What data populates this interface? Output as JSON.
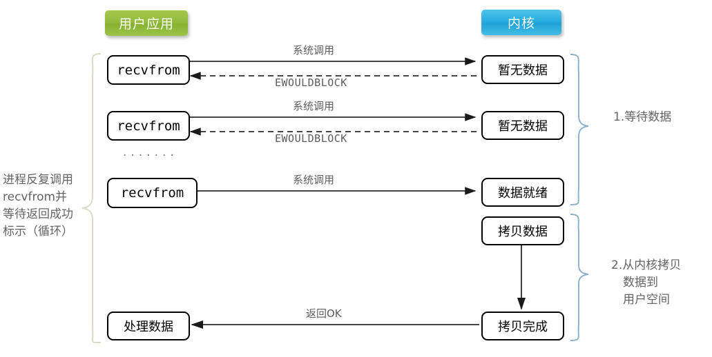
{
  "header": {
    "user_app": "用户应用",
    "kernel": "内核",
    "user_app_color": "#93bc3c",
    "kernel_color": "#29ace0"
  },
  "left_note": "进程反复调用\nrecvfrom并\n等待返回成功\n标示（循环）",
  "dots": "·······",
  "nodes": {
    "recvfrom_1": "recvfrom",
    "recvfrom_2": "recvfrom",
    "recvfrom_3": "recvfrom",
    "no_data_1": "暂无数据",
    "no_data_2": "暂无数据",
    "data_ready": "数据就绪",
    "copy_data": "拷贝数据",
    "copy_done": "拷贝完成",
    "process_data": "处理数据"
  },
  "edges": {
    "syscall_1": "系统调用",
    "ewouldblock_1": "EWOULDBLOCK",
    "syscall_2": "系统调用",
    "ewouldblock_2": "EWOULDBLOCK",
    "syscall_3": "系统调用",
    "return_ok": "返回OK"
  },
  "braces": {
    "left_color": "#ded8c4",
    "right_color": "#8fb3c7",
    "phase_1": "1.等待数据",
    "phase_2_line1": "2.从内核拷贝",
    "phase_2_line2": "数据到",
    "phase_2_line3": "用户空间"
  }
}
